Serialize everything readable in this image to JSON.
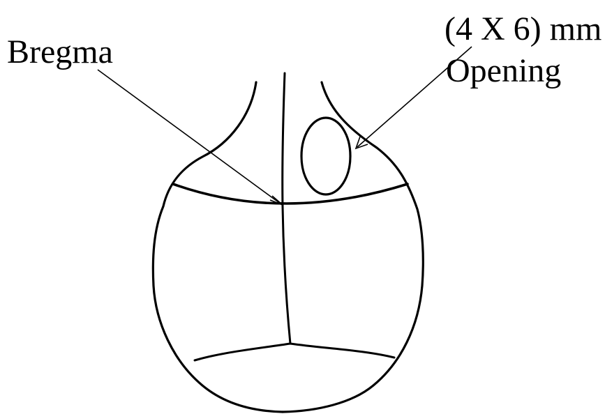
{
  "labels": {
    "bregma": "Bregma",
    "opening_size": "(4 X 6) mm",
    "opening": "Opening"
  }
}
